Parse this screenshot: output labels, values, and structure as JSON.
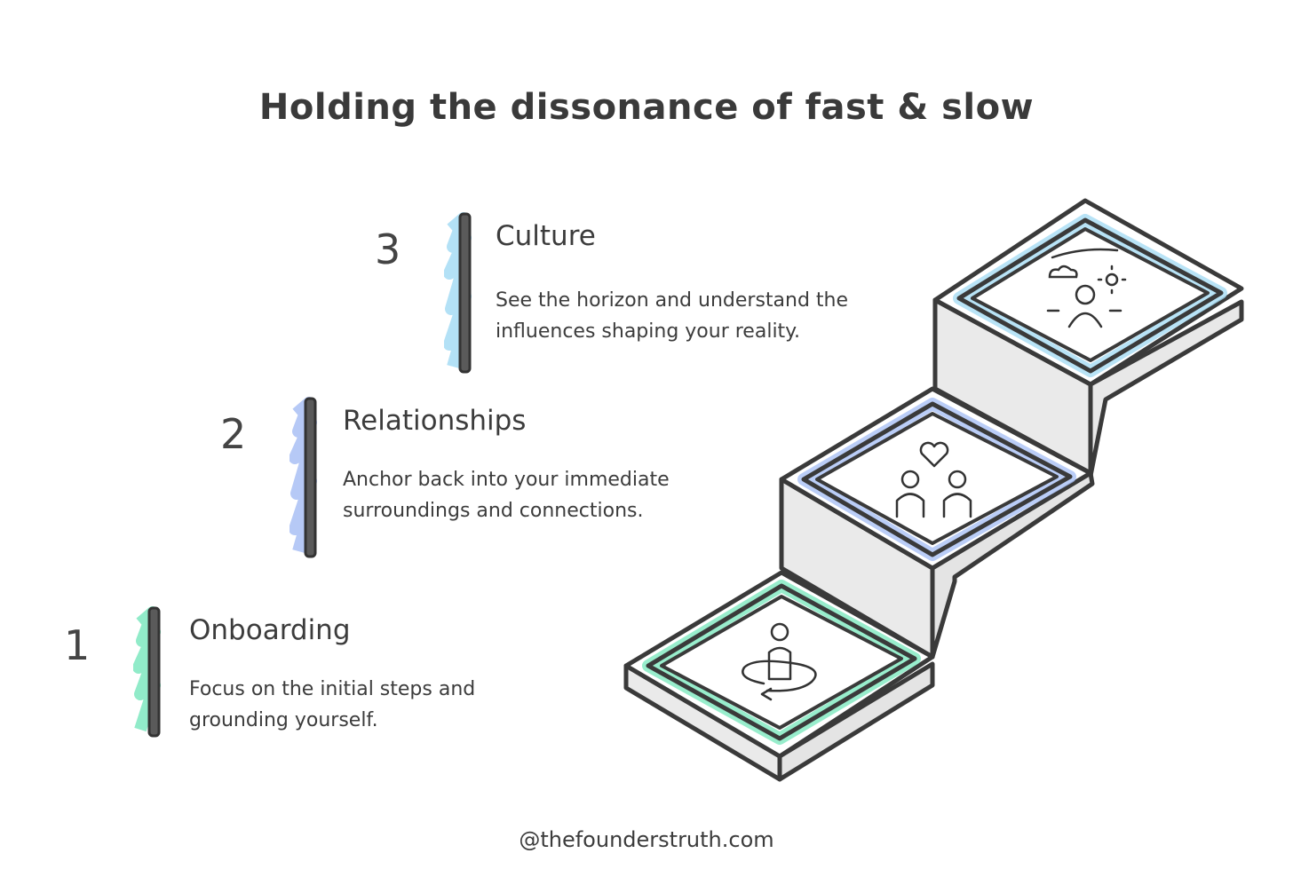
{
  "title": "Holding the dissonance of fast & slow",
  "steps": [
    {
      "number": "1",
      "heading": "Onboarding",
      "description": "Focus on the initial steps and grounding yourself.",
      "color": "#7ee8bf",
      "icon": "person-grounding-icon"
    },
    {
      "number": "2",
      "heading": "Relationships",
      "description": "Anchor back into your immediate surroundings and connections.",
      "color": "#a9c0f5",
      "icon": "two-people-heart-icon"
    },
    {
      "number": "3",
      "heading": "Culture",
      "description": "See the horizon and understand the influences shaping your reality.",
      "color": "#a6dcf4",
      "icon": "person-horizon-icon"
    }
  ],
  "footer": "@thefounderstruth.com"
}
